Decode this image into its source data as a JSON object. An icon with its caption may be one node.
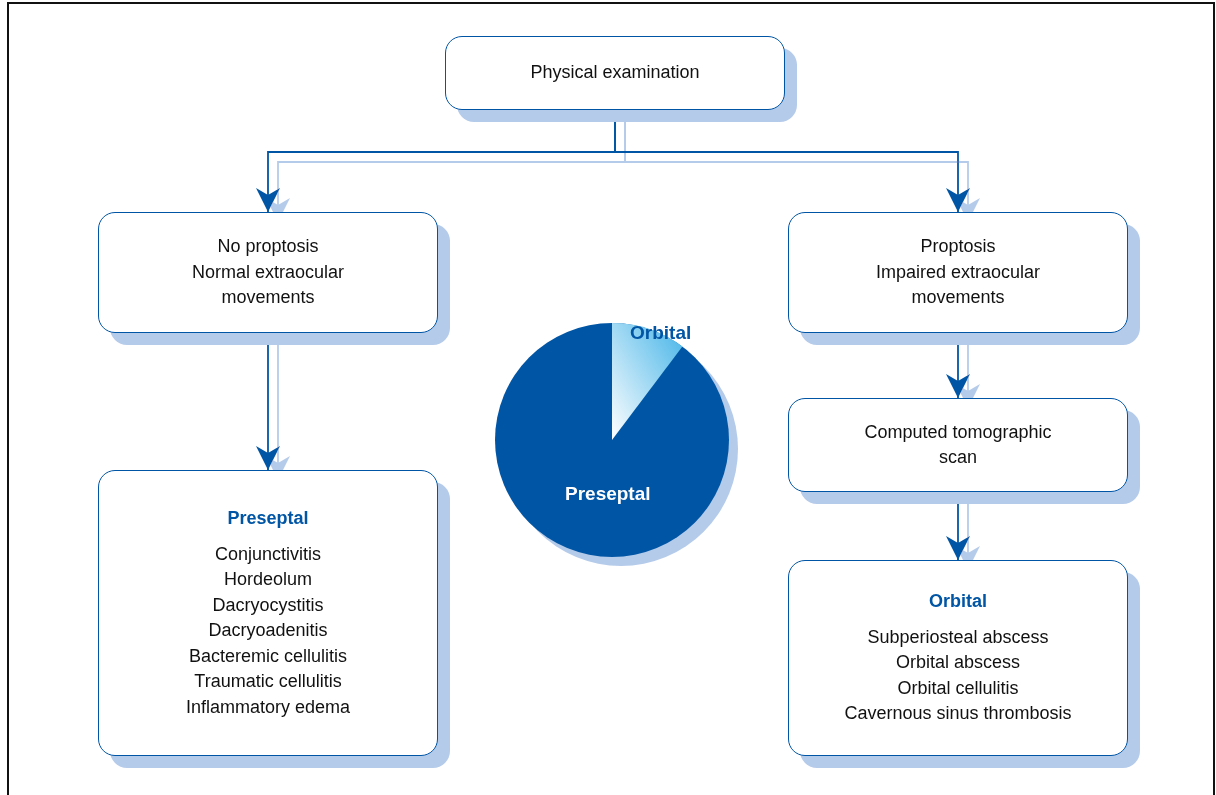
{
  "diagram": {
    "nodes": [
      {
        "text": [
          "Physical examination"
        ]
      },
      {
        "text": [
          "No proptosis",
          "Normal extraocular movements"
        ]
      },
      {
        "text": [
          "Proptosis",
          "Impaired extraocular movements"
        ]
      },
      {
        "text": [
          "Preseptal",
          "Conjunctivitis",
          "Hordeolum",
          "Dacryocystitis",
          "Dacryoadenitis",
          "Bacteremic cellulitis",
          "Traumatic cellulitis",
          "Inflammatory edema"
        ]
      },
      {
        "text": [
          "Computed tomographic scan"
        ]
      },
      {
        "text": [
          "Orbital",
          "Subperiosteal abscess",
          "Orbital abscess",
          "Orbital cellulitis",
          "Cavernous sinus thrombosis"
        ]
      }
    ],
    "edges": [
      {
        "from": 0,
        "to": 1,
        "arrow": "to"
      },
      {
        "from": 0,
        "to": 2,
        "arrow": "to"
      },
      {
        "from": 1,
        "to": 3,
        "arrow": "to"
      },
      {
        "from": 2,
        "to": 4,
        "arrow": "to"
      },
      {
        "from": 4,
        "to": 5,
        "arrow": "to"
      }
    ],
    "labels": [
      "Orbital",
      "Preseptal"
    ]
  }
}
